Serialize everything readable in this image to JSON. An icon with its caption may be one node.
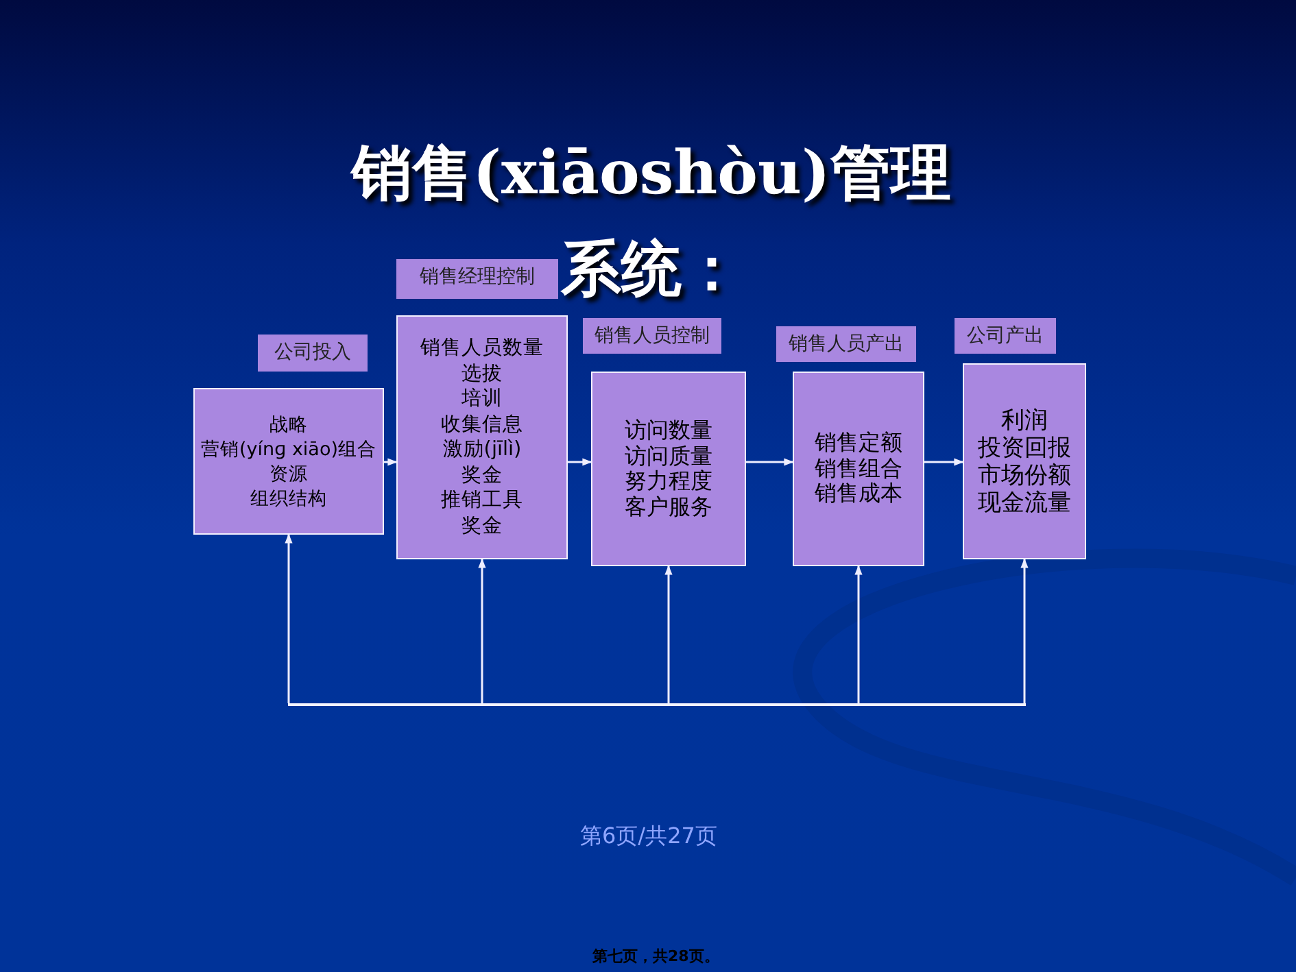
{
  "diagram": {
    "title": "销售(xiāoshòu)管理系统：",
    "nodes": [
      {
        "text": [
          "公司投入"
        ]
      },
      {
        "text": [
          "战略",
          "营销(yínɡ xiāo)组合",
          "资源",
          "组织结构"
        ]
      },
      {
        "text": [
          "销售经理控制"
        ]
      },
      {
        "text": [
          "销售人员数量",
          "选拔",
          "培训",
          "收集信息",
          "激励(jīlì)",
          "奖金",
          "推销工具",
          "奖金"
        ]
      },
      {
        "text": [
          "销售人员控制"
        ]
      },
      {
        "text": [
          "访问数量",
          "访问质量",
          "努力程度",
          "客户服务"
        ]
      },
      {
        "text": [
          "销售人员产出"
        ]
      },
      {
        "text": [
          "销售定额",
          "销售组合",
          "销售成本"
        ]
      },
      {
        "text": [
          "公司产出"
        ]
      },
      {
        "text": [
          "利润",
          "投资回报",
          "市场份额",
          "现金流量"
        ]
      },
      {
        "text": [],
        "shape": "bar"
      }
    ],
    "edges": [
      {
        "from": 1,
        "to": 3,
        "arrow": "to"
      },
      {
        "from": 3,
        "to": 5,
        "arrow": "to"
      },
      {
        "from": 5,
        "to": 7,
        "arrow": "to"
      },
      {
        "from": 7,
        "to": 9,
        "arrow": "to"
      },
      {
        "from": 10,
        "to": 1,
        "arrow": "to"
      },
      {
        "from": 10,
        "to": 3,
        "arrow": "to"
      },
      {
        "from": 10,
        "to": 5,
        "arrow": "to"
      },
      {
        "from": 10,
        "to": 7,
        "arrow": "to"
      },
      {
        "from": 10,
        "to": 9,
        "arrow": "to"
      }
    ],
    "labels": [
      "第6页/共27页",
      "第七页，共28页。"
    ]
  }
}
